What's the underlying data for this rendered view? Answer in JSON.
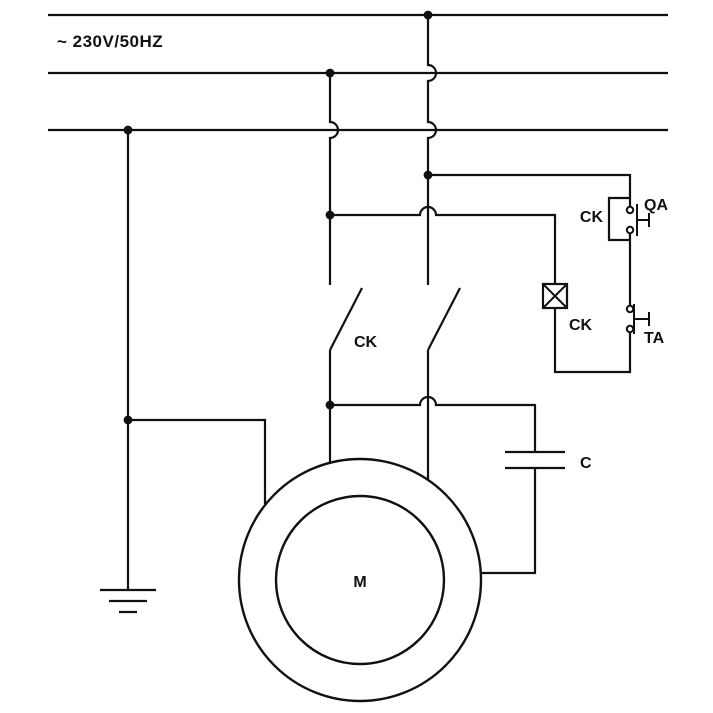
{
  "diagram": {
    "colors": {
      "background": "#ffffff",
      "line": "#111111"
    },
    "labels": {
      "supply": "~ 230V/50HZ",
      "main_contacts": "CK",
      "aux_contact": "CK",
      "coil": "CK",
      "start_button": "QA",
      "stop_button": "TA",
      "capacitor": "C",
      "motor": "M"
    }
  }
}
